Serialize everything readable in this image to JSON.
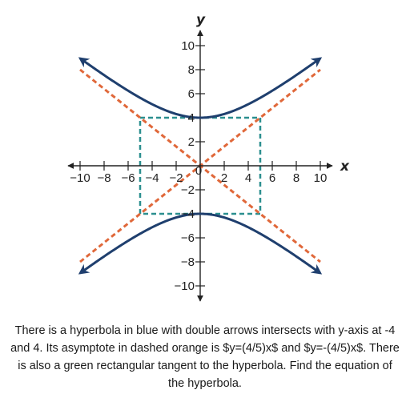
{
  "chart_data": {
    "type": "line",
    "xlabel": "x",
    "ylabel": "y",
    "xlim": [
      -11,
      11
    ],
    "ylim": [
      -11,
      11
    ],
    "x_ticks": [
      -10,
      -8,
      -6,
      -4,
      -2,
      2,
      4,
      6,
      8,
      10
    ],
    "x_tick_labels": [
      "−10",
      "−8",
      "−6",
      "−4",
      "−2",
      "2",
      "4",
      "6",
      "8",
      "10"
    ],
    "y_ticks": [
      10,
      8,
      6,
      4,
      2,
      -2,
      -4,
      -6,
      -8,
      -10
    ],
    "y_tick_labels": [
      "10",
      "8",
      "6",
      "4",
      "2",
      "−2",
      "−4",
      "−6",
      "−8",
      "−10"
    ],
    "origin_label": "0",
    "hyperbola": {
      "a": 4,
      "b": 5,
      "vertices": [
        [
          0,
          4
        ],
        [
          0,
          -4
        ]
      ],
      "x_range": [
        -10,
        10
      ]
    },
    "asymptotes": [
      {
        "slope": 0.8
      },
      {
        "slope": -0.8
      }
    ],
    "rectangle": {
      "x": [
        -5,
        5
      ],
      "y": [
        -4,
        4
      ]
    },
    "grid": false
  },
  "colors": {
    "hyperbola": "#1f3f6e",
    "asymptote": "#e0683a",
    "rectangle": "#2b8f8f",
    "axis": "#222222"
  },
  "problem_text": "There is a hyperbola in blue with double arrows intersects with y-axis at -4 and 4. Its asymptote in dashed orange is $y=(4/5)x$ and $y=-(4/5)x$. There is also a green rectangular tangent to the hyperbola. Find the equation of the hyperbola."
}
